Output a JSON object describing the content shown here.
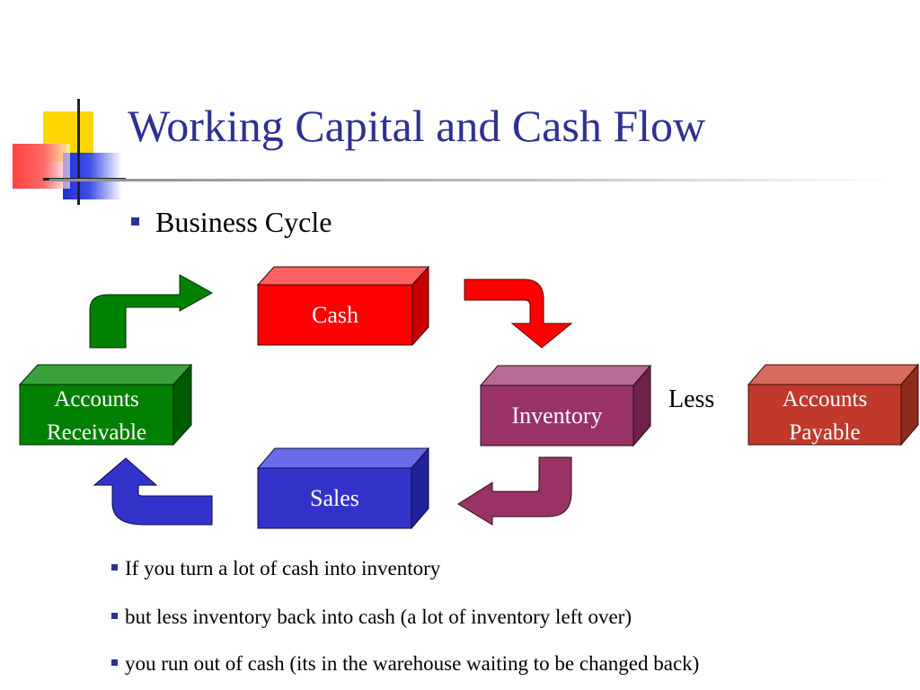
{
  "slide": {
    "title": "Working Capital and Cash Flow",
    "bullet": "Business Cycle"
  },
  "diagram": {
    "nodes": {
      "cash": "Cash",
      "inventory": "Inventory",
      "sales": "Sales",
      "ar_line1": "Accounts",
      "ar_line2": "Receivable",
      "ap_line1": "Accounts",
      "ap_line2": "Payable"
    },
    "less_label": "Less",
    "colors": {
      "cash": "#ff0000",
      "inventory": "#993366",
      "sales": "#3333cc",
      "accounts_receivable": "#008000",
      "accounts_payable": "#c0392b",
      "title": "#2e3192"
    }
  },
  "notes": [
    "If you turn a lot of cash into inventory",
    "but less inventory back into cash (a lot of inventory left over)",
    "you run out of cash (its in the warehouse waiting to be changed back)"
  ]
}
